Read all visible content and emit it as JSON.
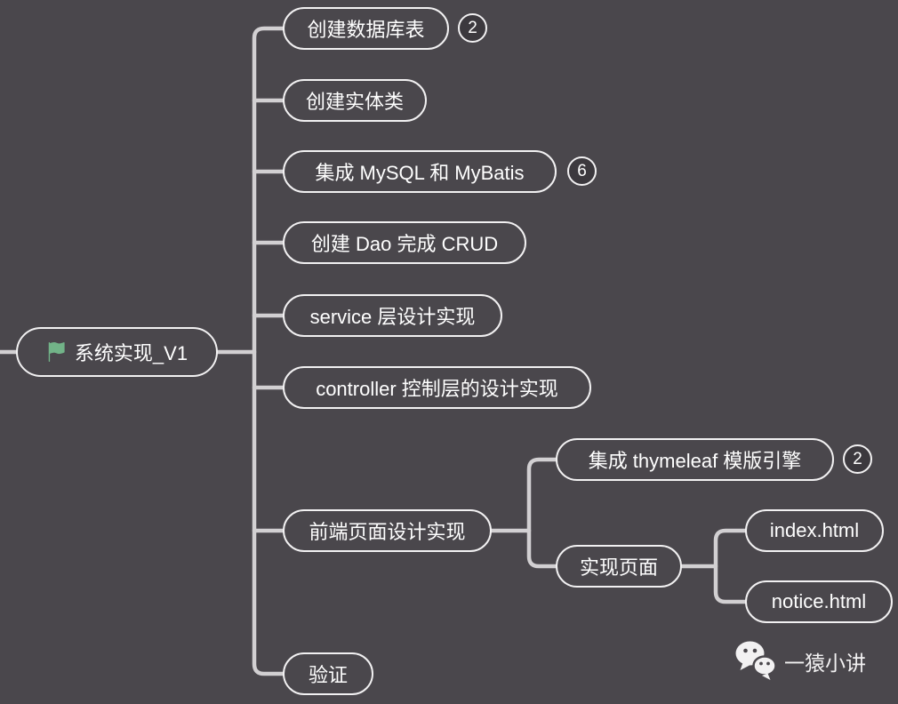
{
  "colors": {
    "background": "#4a474c",
    "connector_line": "#d2d0d2",
    "node_border": "#f2f1f2",
    "text": "#ffffff",
    "badge_fill": "#3c393e",
    "flag_green": "#72b388"
  },
  "root": {
    "label": "系统实现_V1",
    "icon": "flag-icon"
  },
  "nodes": {
    "db_table": {
      "label": "创建数据库表",
      "badge": "2"
    },
    "entity": {
      "label": "创建实体类"
    },
    "mysql": {
      "label": "集成 MySQL 和 MyBatis",
      "badge": "6"
    },
    "dao": {
      "label": "创建 Dao 完成 CRUD"
    },
    "service": {
      "label": "service 层设计实现"
    },
    "controller": {
      "label": "controller 控制层的设计实现"
    },
    "frontend": {
      "label": "前端页面设计实现"
    },
    "thymeleaf": {
      "label": "集成 thymeleaf 模版引擎",
      "badge": "2"
    },
    "pages": {
      "label": "实现页面"
    },
    "index_html": {
      "label": "index.html"
    },
    "notice_html": {
      "label": "notice.html"
    },
    "verify": {
      "label": "验证"
    }
  },
  "watermark": {
    "label": "一猿小讲",
    "icon": "wechat-icon"
  }
}
